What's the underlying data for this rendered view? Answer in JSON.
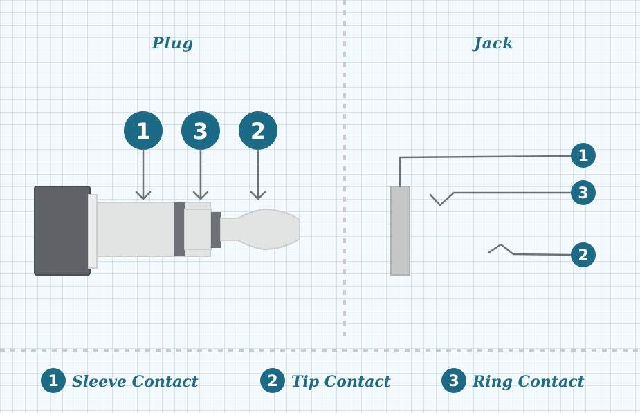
{
  "titles": {
    "plug": "Plug",
    "jack": "Jack"
  },
  "plug_markers": [
    "1",
    "3",
    "2"
  ],
  "jack_markers": [
    "1",
    "3",
    "2"
  ],
  "legend": [
    {
      "number": "1",
      "label": "Sleeve Contact"
    },
    {
      "number": "2",
      "label": "Tip Contact"
    },
    {
      "number": "3",
      "label": "Ring Contact"
    }
  ],
  "colors": {
    "badge": "#1b6a86",
    "title_text": "#1e6c88",
    "plug_body": "#5f6266",
    "sleeve": "#e2e3e3",
    "ring_bands": "#6e7175",
    "wire": "#6e7276"
  }
}
